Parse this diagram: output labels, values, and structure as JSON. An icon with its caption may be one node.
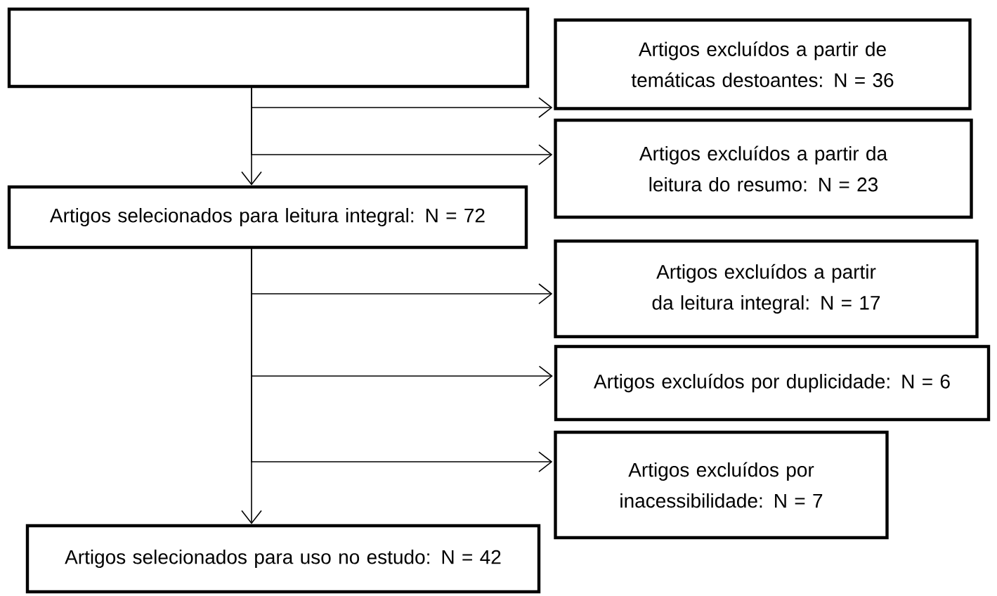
{
  "diagram": {
    "nodes": [
      {
        "text": [],
        "shape": "box"
      },
      {
        "text": [
          "Artigos excluídos a partir de temáticas destoantes: N = 36"
        ]
      },
      {
        "text": [
          "Artigos excluídos a partir da leitura do resumo: N = 23"
        ]
      },
      {
        "text": [
          "Artigos selecionados para leitura integral: N = 72"
        ]
      },
      {
        "text": [
          "Artigos excluídos a partir da leitura integral: N = 17"
        ]
      },
      {
        "text": [
          "Artigos excluídos por duplicidade: N = 6"
        ]
      },
      {
        "text": [
          "Artigos excluídos por inacessibilidade: N = 7"
        ]
      },
      {
        "text": [
          "Artigos selecionados para uso no estudo: N = 42"
        ]
      }
    ],
    "edges": [
      {
        "from": 0,
        "to": 1,
        "arrow": "to"
      },
      {
        "from": 0,
        "to": 2,
        "arrow": "to"
      },
      {
        "from": 0,
        "to": 3,
        "arrow": "to"
      },
      {
        "from": 3,
        "to": 4,
        "arrow": "to"
      },
      {
        "from": 3,
        "to": 5,
        "arrow": "to"
      },
      {
        "from": 3,
        "to": 6,
        "arrow": "to"
      },
      {
        "from": 3,
        "to": 7,
        "arrow": "to"
      }
    ]
  }
}
